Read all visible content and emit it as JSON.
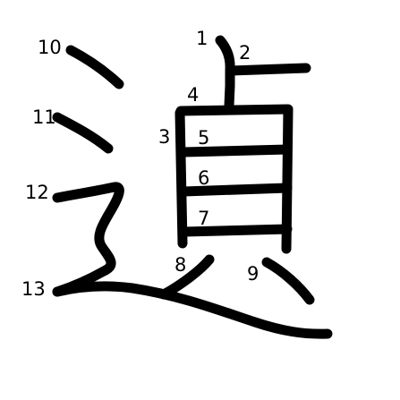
{
  "character": "遉",
  "stroke_numbers": [
    "1",
    "2",
    "3",
    "4",
    "5",
    "6",
    "7",
    "8",
    "9",
    "10",
    "11",
    "12",
    "13"
  ]
}
